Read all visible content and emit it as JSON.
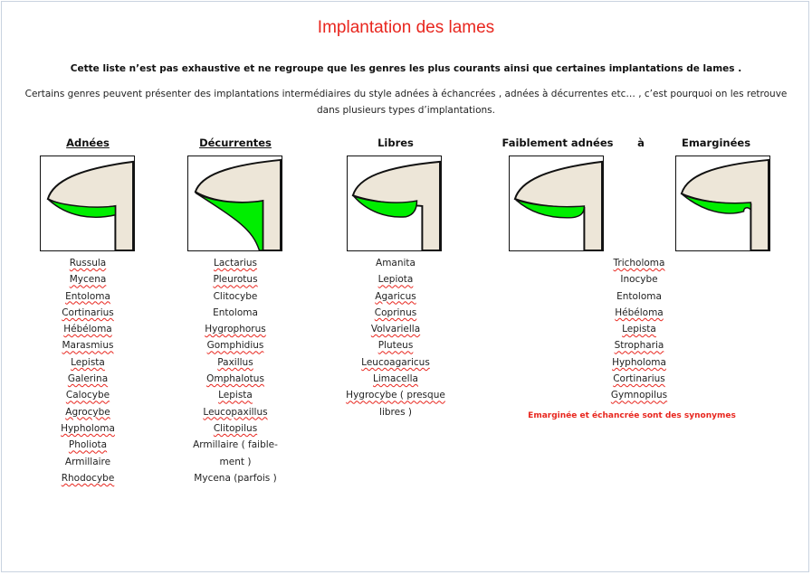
{
  "title": "Implantation des lames",
  "subtitle": "Cette liste n’est pas exhaustive et ne regroupe que les genres les plus courants ainsi que certaines implantations de  lames .",
  "intro": "Certains genres peuvent présenter des implantations intermédiaires du style adnées à échancrées , adnées  à décurrentes etc… , c’est pourquoi on les retrouve dans plusieurs types d’implantations.",
  "colors": {
    "title": "#e8261e",
    "gill": "#00ee00",
    "cap": "#ede6d8",
    "outline": "#111111"
  },
  "headings": {
    "adnees": "Adnées",
    "decurrentes": "Décurrentes",
    "libres": "Libres",
    "faiblement": "Faiblement adnées",
    "arrow": "à",
    "emarginees": "Emarginées"
  },
  "lists": {
    "adnees": [
      "Russula",
      "Mycena",
      "Entoloma",
      "Cortinarius",
      "Hébéloma",
      "Marasmius",
      "Lepista",
      "Galerina",
      "Calocybe",
      "Agrocybe",
      "Hypholoma",
      "Pholiota",
      "Armillaire",
      "Rhodocybe"
    ],
    "decurrentes": [
      "Lactarius",
      "Pleurotus",
      "Clitocybe",
      "Entoloma",
      "Hygrophorus",
      "Gomphidius",
      "Paxillus",
      "Omphalotus",
      "Lepista",
      "Leucopaxillus",
      "Clitopilus",
      "Armillaire ( faible-",
      "ment )",
      "Mycena (parfois )"
    ],
    "libres": [
      "Amanita",
      "Lepiota",
      "Agaricus",
      "Coprinus",
      "Volvariella",
      "Pluteus",
      "Leucoagaricus",
      "Limacella",
      "Hygrocybe ( presque",
      "libres )"
    ],
    "emarginees": [
      "Tricholoma",
      "Inocybe",
      "Entoloma",
      "Hébéloma",
      "Lepista",
      "Stropharia",
      "Hypholoma",
      "Cortinarius",
      "Gymnopilus"
    ]
  },
  "note": "Emarginée et  échancrée sont des synonymes"
}
